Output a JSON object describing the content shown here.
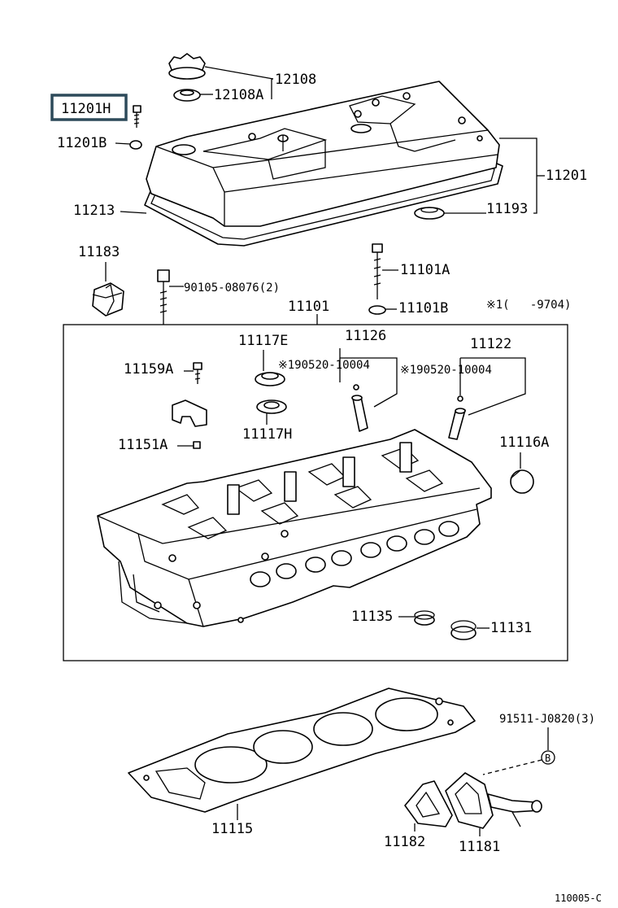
{
  "diagram": {
    "highlight_color": "#2d4a5a",
    "highlighted_part": "11201H",
    "labels": {
      "p12108": "12108",
      "p12108A": "12108A",
      "p11201H": "11201H",
      "p11201B": "11201B",
      "p11201": "11201",
      "p11213": "11213",
      "p11193": "11193",
      "p11183": "11183",
      "p90105": "90105-08076(2)",
      "p11101A": "11101A",
      "p11101B": "11101B",
      "note_range": "※1(   -9704)",
      "p11101": "11101",
      "p11117E": "11117E",
      "p11126": "11126",
      "p11122": "11122",
      "p11159A": "11159A",
      "p90520a": "※190520-10004",
      "p90520b": "※190520-10004",
      "p11117H": "11117H",
      "p11151A": "11151A",
      "p11116A": "11116A",
      "p11135": "11135",
      "p11131": "11131",
      "p91511": "91511-J0820(3)",
      "marker_b": "B",
      "p11115": "11115",
      "p11182": "11182",
      "p11181": "11181",
      "figure_code": "110005-C"
    }
  }
}
